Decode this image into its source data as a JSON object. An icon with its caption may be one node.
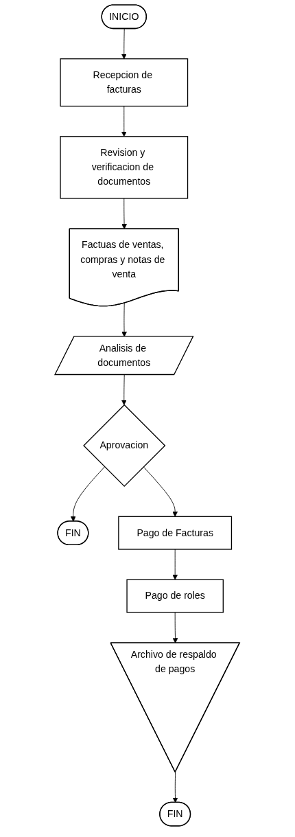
{
  "diagram": {
    "nodes": [
      {
        "text": [
          "INICIO"
        ]
      },
      {
        "text": [
          "Recepcion de facturas"
        ]
      },
      {
        "text": [
          "Revision y verificacion de documentos"
        ]
      },
      {
        "text": [
          "Factuas de ventas, compras y notas de venta"
        ]
      },
      {
        "text": [
          "Analisis de documentos"
        ]
      },
      {
        "text": [
          "Aprovacion"
        ]
      },
      {
        "text": [
          "FIN"
        ]
      },
      {
        "text": [
          "Pago de Facturas"
        ]
      },
      {
        "text": [
          "Pago de roles"
        ]
      },
      {
        "text": [
          "Archivo de respaldo de pagos"
        ]
      },
      {
        "text": [
          "FIN"
        ]
      }
    ],
    "edges": [
      {
        "from": 0,
        "to": 1,
        "arrow": "to"
      },
      {
        "from": 1,
        "to": 2,
        "arrow": "to"
      },
      {
        "from": 2,
        "to": 3,
        "arrow": "to"
      },
      {
        "from": 3,
        "to": 4,
        "arrow": "to"
      },
      {
        "from": 4,
        "to": 5,
        "arrow": "to"
      },
      {
        "from": 5,
        "to": 6,
        "arrow": "to"
      },
      {
        "from": 5,
        "to": 7,
        "arrow": "to"
      },
      {
        "from": 7,
        "to": 8,
        "arrow": "to"
      },
      {
        "from": 8,
        "to": 9,
        "arrow": "to"
      },
      {
        "from": 9,
        "to": 10,
        "arrow": "to"
      }
    ]
  }
}
